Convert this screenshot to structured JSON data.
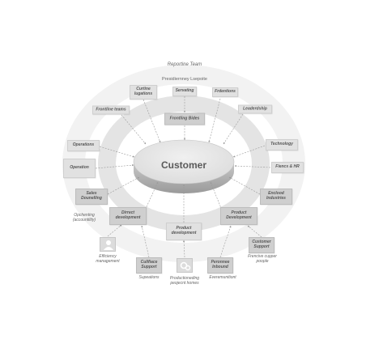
{
  "diagram": {
    "top_labels": {
      "outer": "Reportine Team",
      "inner": "Presidiernney Lsepoite"
    },
    "center": "Customer",
    "nodes": [
      {
        "id": "curtine",
        "label": "Curtine lugations"
      },
      {
        "id": "servating",
        "label": "Servating"
      },
      {
        "id": "frdentions",
        "label": "Frdentions"
      },
      {
        "id": "frontline",
        "label": "Frontline teams"
      },
      {
        "id": "leaderdship",
        "label": "Leaderdship"
      },
      {
        "id": "frontling-bides",
        "label": "Frontling Bides"
      },
      {
        "id": "operations",
        "label": "Operations"
      },
      {
        "id": "technology",
        "label": "Technology"
      },
      {
        "id": "operation",
        "label": "Operation"
      },
      {
        "id": "fiencs-hr",
        "label": "Fiencs & HR"
      },
      {
        "id": "sales",
        "label": "Sales Dounelling"
      },
      {
        "id": "enclood",
        "label": "Enclood Industries"
      },
      {
        "id": "dirrect",
        "label": "Dirrect development"
      },
      {
        "id": "product-dev-right",
        "label": "Product Development"
      },
      {
        "id": "product-dev-bottom",
        "label": "Product development"
      },
      {
        "id": "customer-support",
        "label": "Customer Support"
      },
      {
        "id": "culifiace",
        "label": "Culifiace Support"
      },
      {
        "id": "peronnee",
        "label": "Peronnee Inbound"
      }
    ],
    "captions": [
      {
        "id": "cap-sales",
        "text": "Opchenting (accountility)"
      },
      {
        "id": "cap-efficiency",
        "text": "Efficiency management"
      },
      {
        "id": "cap-supeations",
        "text": "Supeations"
      },
      {
        "id": "cap-product",
        "text": "Productioneding peojecnt homes"
      },
      {
        "id": "cap-everemunit",
        "text": "Everemunitiont"
      },
      {
        "id": "cap-frencive",
        "text": "Frencive cupper poople"
      }
    ],
    "icons": [
      {
        "id": "people",
        "icon": "people-icon"
      },
      {
        "id": "gears",
        "icon": "gears-icon"
      }
    ],
    "colors": {
      "ring_outer": "#f2f2f2",
      "ring_inner": "#e4e4e4",
      "box": "#e1e1e1",
      "disc": "#dddddd"
    }
  }
}
